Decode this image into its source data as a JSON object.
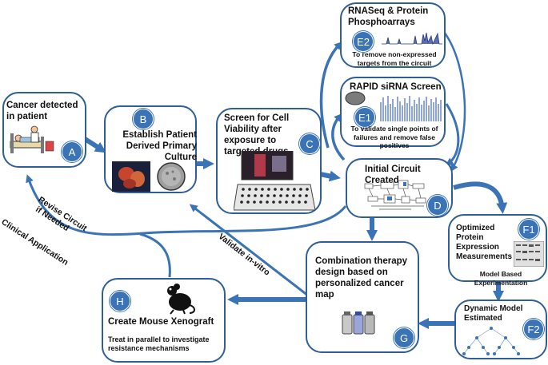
{
  "nodes": {
    "A": {
      "badge": "A",
      "title": "Cancer detected in patient"
    },
    "B": {
      "badge": "B",
      "title": "Establish Patient Derived Primary Culture"
    },
    "C": {
      "badge": "C",
      "title": "Screen for Cell Viability after exposure to targeted drugs"
    },
    "D": {
      "badge": "D",
      "title": "Initial Circuit Created"
    },
    "E1": {
      "badge": "E1",
      "title": "RAPID siRNA Screen",
      "subtitle": "To validate single points of failures and remove false positives"
    },
    "E2": {
      "badge": "E2",
      "title": "RNASeq & Protein Phosphoarrays",
      "subtitle": "To remove non-expressed targets from the circuit"
    },
    "F1": {
      "badge": "F1",
      "title": "Optimized Protein Expression Measurements",
      "subtitle": "Model Based Experimentation"
    },
    "F2": {
      "badge": "F2",
      "title": "Dynamic Model Estimated"
    },
    "G": {
      "badge": "G",
      "title": "Combination therapy design based on personalized cancer map"
    },
    "H": {
      "badge": "H",
      "title": "Create  Mouse Xenograft",
      "subtitle": "Treat in parallel to investigate resistance mechanisms"
    }
  },
  "edge_labels": {
    "revise_line1": "Revise Circuit",
    "revise_line2": "if Needed",
    "clinical": "Clinical Application",
    "validate": "Validate in-vitro"
  },
  "colors": {
    "border": "#2f5f96",
    "arrow": "#3b73b7",
    "badge": "#3b73b7"
  }
}
